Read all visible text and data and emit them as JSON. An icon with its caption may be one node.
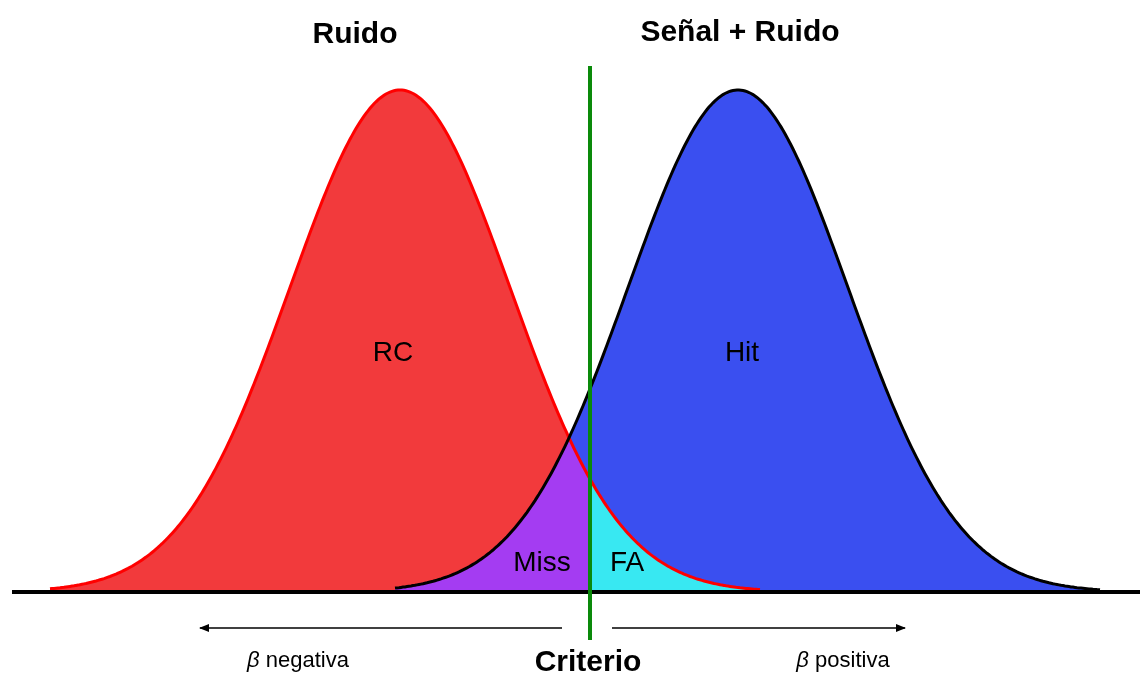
{
  "diagram": {
    "labels": [
      "Ruido",
      "Señal + Ruido",
      "RC",
      "Hit",
      "Miss",
      "FA",
      "*β* negativa",
      "Criterio",
      "*β* positiva"
    ]
  }
}
